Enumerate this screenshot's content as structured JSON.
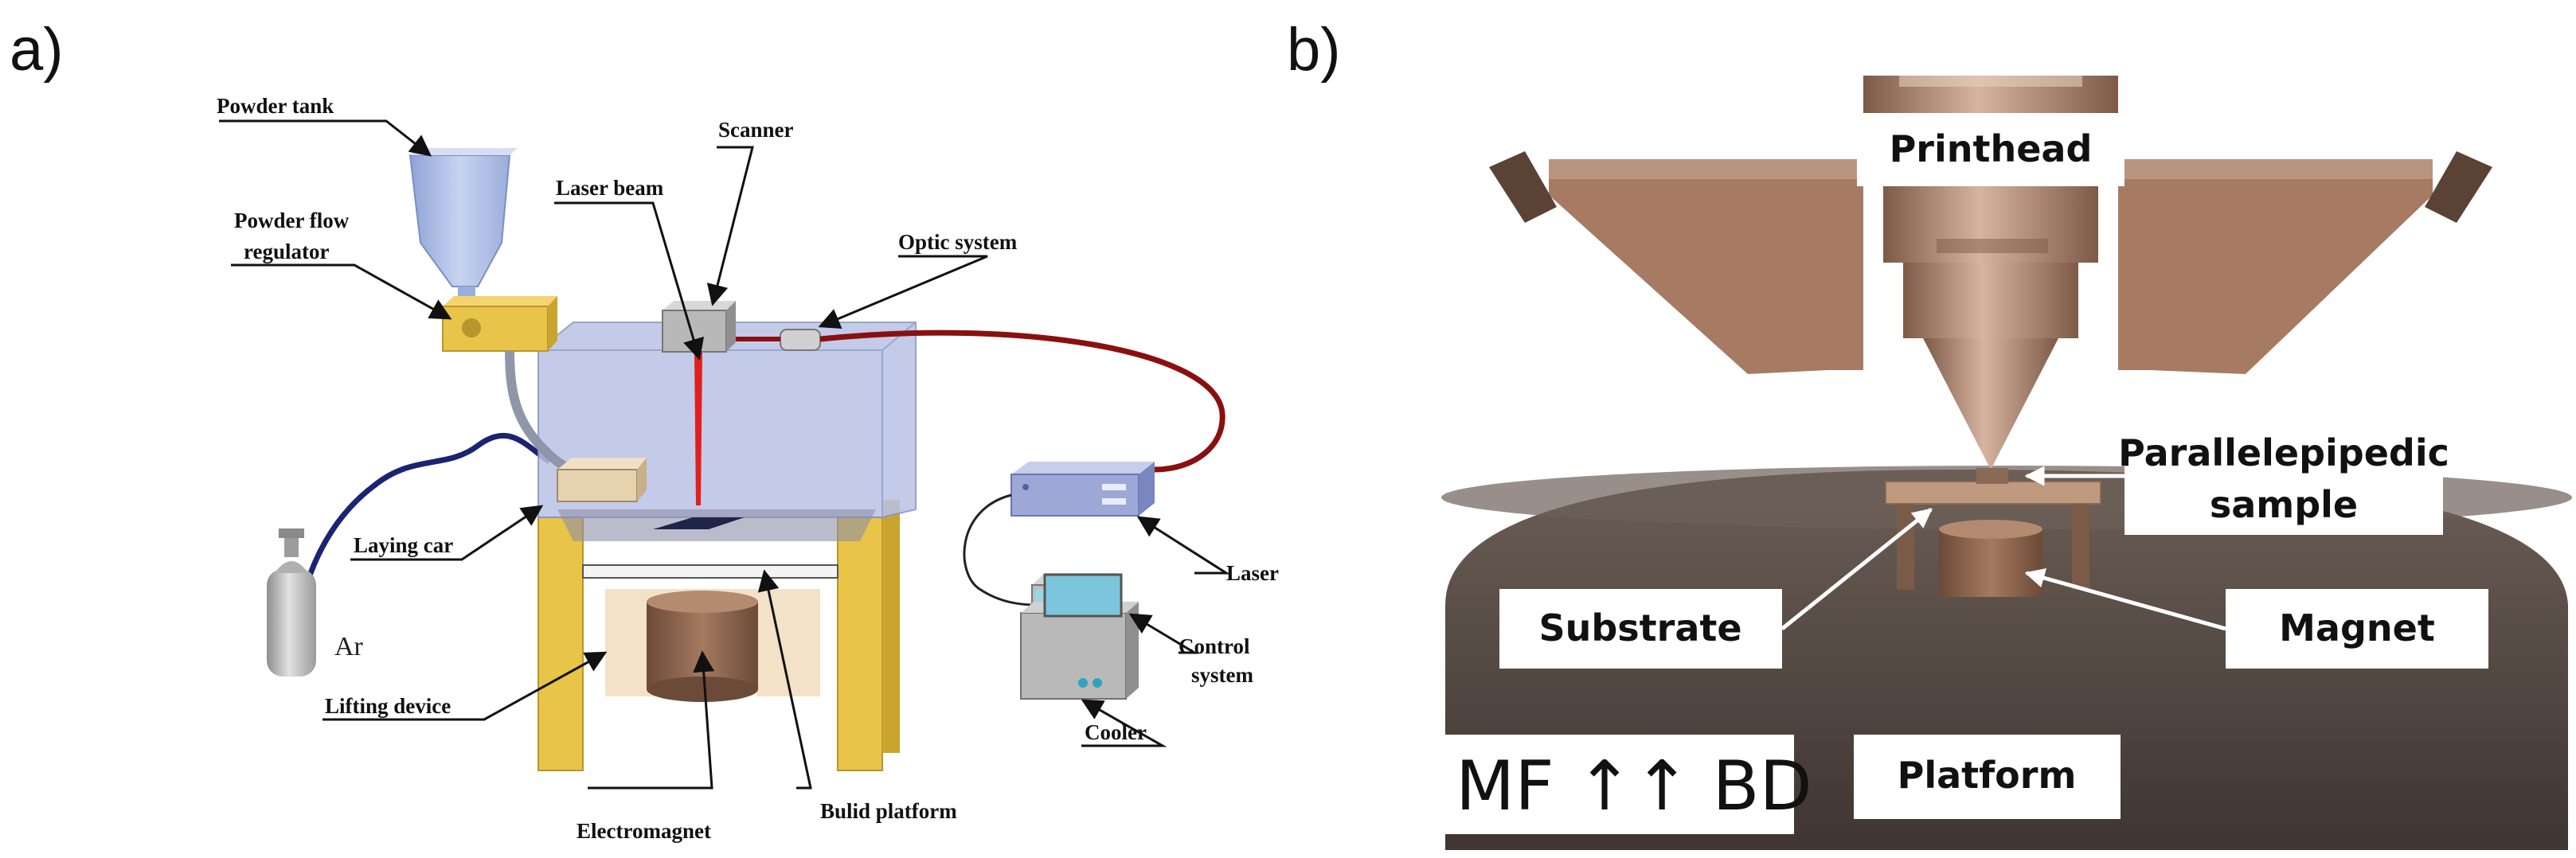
{
  "panels": {
    "a": {
      "letter": "a)",
      "labels": {
        "powder_tank": "Powder tank",
        "powder_flow_regulator_1": "Powder flow",
        "powder_flow_regulator_2": "regulator",
        "laser_beam": "Laser beam",
        "scanner": "Scanner",
        "optic_system": "Optic system",
        "laying_car": "Laying car",
        "ar": "Ar",
        "laser": "Laser",
        "control_system_1": "Control",
        "control_system_2": "system",
        "cooler": "Cooler",
        "lifting_device": "Lifting device",
        "electromagnet": "Electromagnet",
        "build_platform": "Bulid platform"
      }
    },
    "b": {
      "letter": "b)",
      "labels": {
        "printhead": "Printhead",
        "sample_1": "Parallelepipedic",
        "sample_2": "sample",
        "substrate": "Substrate",
        "magnet": "Magnet",
        "platform": "Platform",
        "mf_bd": "MF ↑↑ BD"
      }
    }
  },
  "colors": {
    "chamber": "#b9c3e6",
    "frame_yellow": "#e8c448",
    "laser_red": "#e02020",
    "fiber": "#8a1010",
    "gas_hose": "#1a2470",
    "cylinder": "#b8b8b8",
    "printhead_brown": "#a77a63",
    "platform_dark": "#5c5049"
  }
}
